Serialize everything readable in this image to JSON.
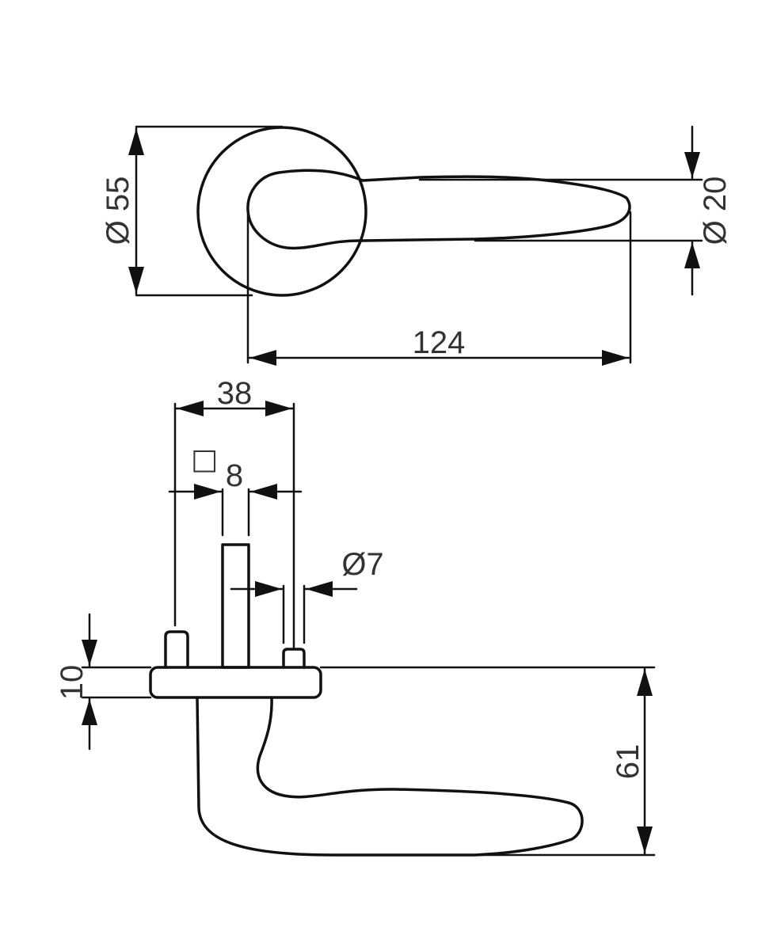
{
  "dimensions": {
    "rose_diameter": "Ø 55",
    "lever_thickness": "Ø 20",
    "lever_length": "124",
    "pin_spacing": "38",
    "square_symbol": "□",
    "spindle_square": "8",
    "pin_diameter": "Ø7",
    "rose_height": "10",
    "lever_projection": "61"
  }
}
